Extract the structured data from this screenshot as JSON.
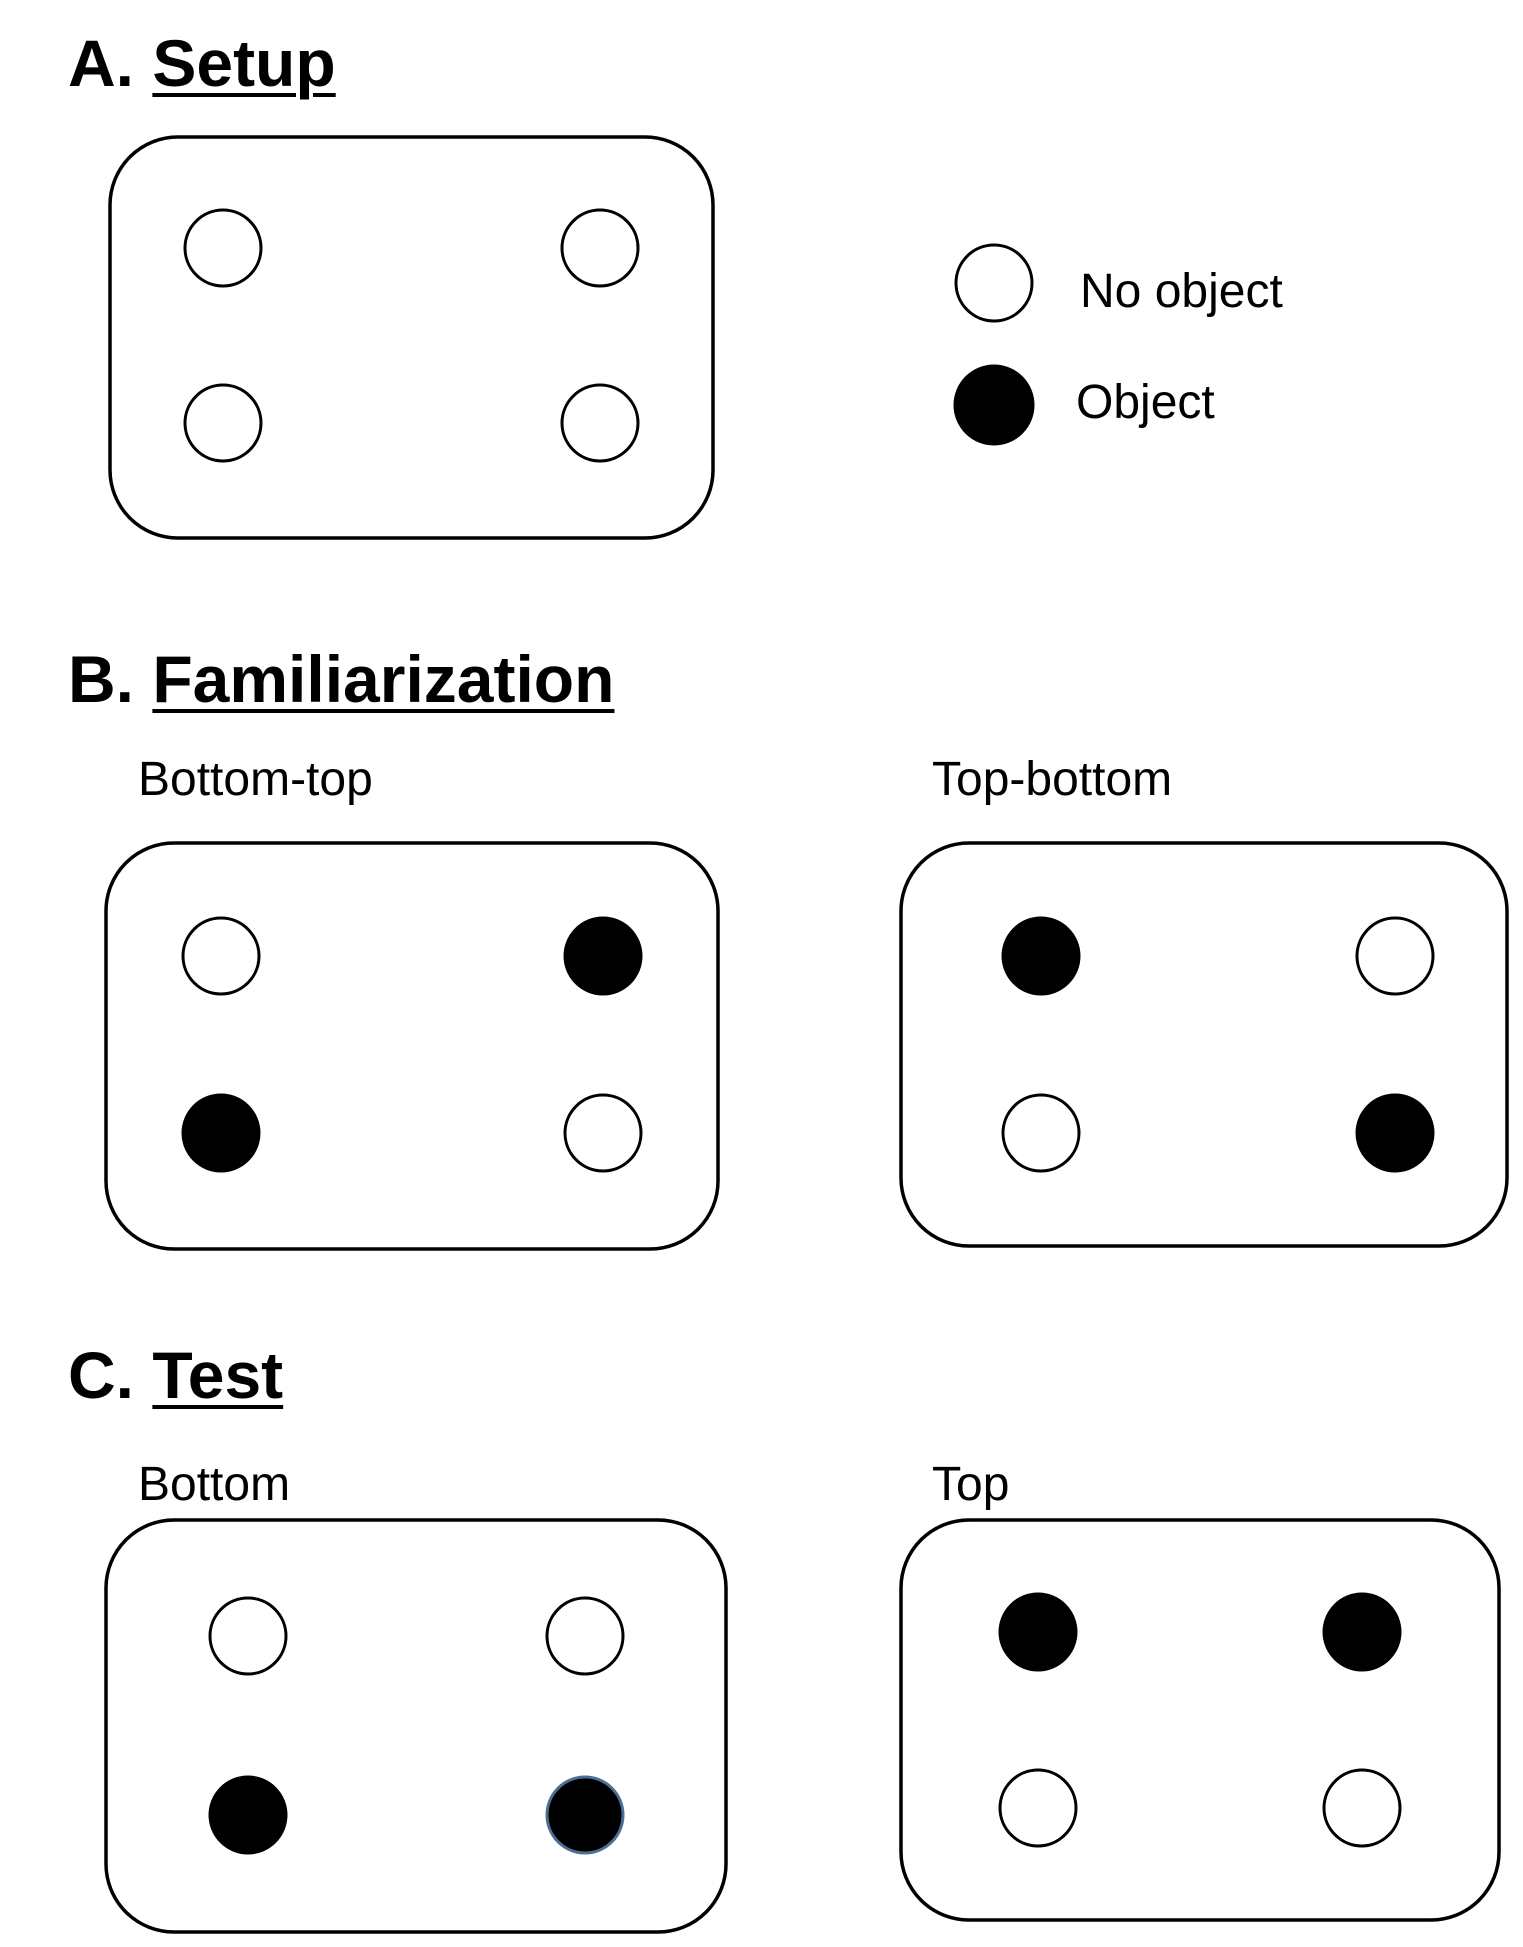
{
  "sections": {
    "setup": {
      "letter": "A.",
      "title": "Setup",
      "panels": [
        {
          "label": "",
          "circles": [
            "empty",
            "empty",
            "empty",
            "empty"
          ]
        }
      ]
    },
    "familiarization": {
      "letter": "B.",
      "title": "Familiarization",
      "panels": [
        {
          "label": "Bottom-top",
          "circles": [
            "empty",
            "filled",
            "filled",
            "empty"
          ]
        },
        {
          "label": "Top-bottom",
          "circles": [
            "filled",
            "empty",
            "empty",
            "filled"
          ]
        }
      ]
    },
    "test": {
      "letter": "C.",
      "title": "Test",
      "panels": [
        {
          "label": "Bottom",
          "circles": [
            "empty",
            "empty",
            "filled",
            "filled"
          ]
        },
        {
          "label": "Top",
          "circles": [
            "filled",
            "filled",
            "empty",
            "empty"
          ]
        }
      ]
    }
  },
  "legend": {
    "no_object": "No object",
    "object": "Object"
  },
  "colors": {
    "stroke": "#000000",
    "filled": "#000000",
    "empty": "#ffffff",
    "highlight_stroke": "#4a6f94"
  }
}
